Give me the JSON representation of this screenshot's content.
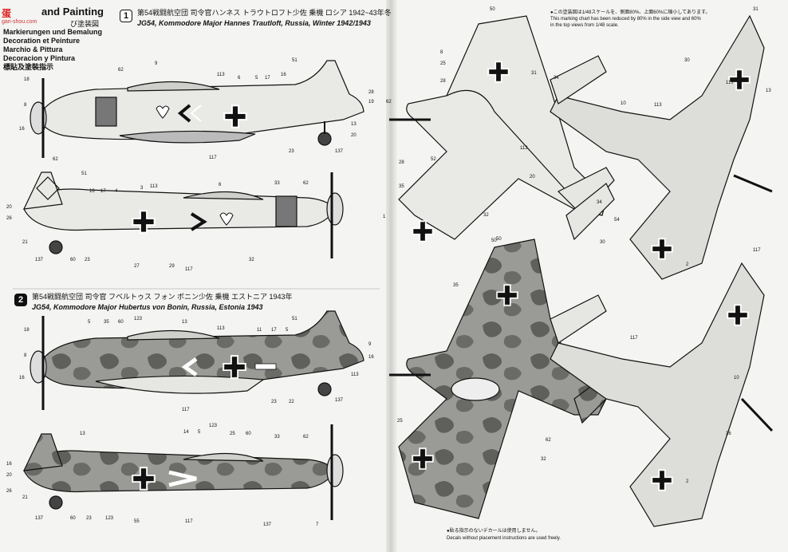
{
  "watermark": {
    "chars": "蛋",
    "url": "gan-shou.com"
  },
  "header": {
    "title_en": "and Painting",
    "lines": [
      "Markierungen und Bemalung",
      "Decoration et Peinture",
      "Marchio & Pittura",
      "Decoracion y Pintura",
      "標貼及塗裝指示"
    ],
    "jp_legend": "び塗装図"
  },
  "schemes": [
    {
      "number": "1",
      "jp": "第54戦闘航空団 司令官ハンネス トラウトロフト少佐 乗機 ロシア 1942~43年冬",
      "en": "JG54, Kommodore Major Hannes Trautloft, Russia, Winter 1942/1943"
    },
    {
      "number": "2",
      "jp": "第54戦闘航空団 司令官 フベルトゥス フォン ボニン少佐 乗機 エストニア 1943年",
      "en": "JG54, Kommodore Major Hubertus von Bonin, Russia, Estonia 1943"
    }
  ],
  "scale_note": {
    "jp": "●この塗装図は1/48スケールを、側面80%、上面60%に縮小してあります。",
    "en1": "This marking chart has been reduced by 80% in the side view and 60%",
    "en2": "in the top views from 1/48 scale."
  },
  "footer_note": {
    "jp": "●貼る指示のないデカールは使用しません。",
    "en": "Decals without placement instructions are used freely."
  },
  "callouts": {
    "side1": [
      "18",
      "8",
      "16",
      "62",
      "9",
      "113",
      "6",
      "5",
      "17",
      "51",
      "16",
      "28",
      "19",
      "13",
      "20",
      "23",
      "137",
      "117",
      "62"
    ],
    "side1b": [
      "51",
      "4",
      "17",
      "16",
      "3",
      "113",
      "6",
      "33",
      "62",
      "20",
      "26",
      "21",
      "137",
      "60",
      "23",
      "27",
      "29",
      "117",
      "32"
    ],
    "side2": [
      "18",
      "8",
      "16",
      "5",
      "35",
      "60",
      "123",
      "13",
      "113",
      "11",
      "17",
      "51",
      "5",
      "9",
      "16",
      "113",
      "22",
      "137",
      "117",
      "23"
    ],
    "side2b": [
      "13",
      "14",
      "5",
      "123",
      "25",
      "60",
      "33",
      "62",
      "16",
      "20",
      "26",
      "21",
      "137",
      "60",
      "23",
      "123",
      "55",
      "117",
      "137",
      "7"
    ],
    "top": [
      "50",
      "8",
      "25",
      "28",
      "31",
      "62",
      "28",
      "35",
      "52",
      "113",
      "20",
      "32",
      "1",
      "50",
      "113",
      "30",
      "31",
      "13",
      "10",
      "113",
      "117",
      "2",
      "34",
      "34",
      "30",
      "2",
      "62",
      "35",
      "36",
      "25",
      "10",
      "32",
      "117",
      "54",
      "50"
    ]
  }
}
